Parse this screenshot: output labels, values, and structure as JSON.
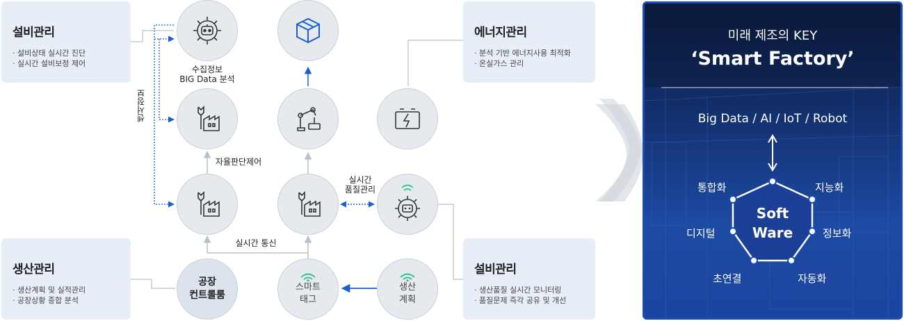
{
  "boxes": {
    "top_left": {
      "title": "설비관리",
      "lines": [
        "· 설비상태 실시간 진단",
        "· 실시간 설비보정 제어"
      ]
    },
    "top_right": {
      "title": "에너지관리",
      "lines": [
        "· 분석 기반 에너지사용 최적화",
        "· 온실가스 관리"
      ]
    },
    "bottom_left": {
      "title": "생산관리",
      "lines": [
        "· 생산계획 및 실적관리",
        "· 공장상황 종합 분석"
      ]
    },
    "bottom_right": {
      "title": "설비관리",
      "lines": [
        "· 생산품질 실시간 모니터링",
        "· 품질문제 즉각 공유 및 개선"
      ]
    }
  },
  "labels": {
    "collect": "수집정보",
    "big_data": "BIG Data 분석",
    "autonomous": "자율판단제어",
    "sensor": "센서정보",
    "realtime_quality_1": "실시간",
    "realtime_quality_2": "품질관리",
    "realtime_comm": "실시간 통신"
  },
  "circles": {
    "factory_control": [
      "공장",
      "컨트롤룸"
    ],
    "smart_tag": [
      "스마트",
      "태그"
    ],
    "production_plan": [
      "생산",
      "계획"
    ]
  },
  "panel": {
    "title_line1": "미래 제조의 KEY",
    "title_line2": "‘Smart Factory’",
    "tech": "Big Data / AI / IoT / Robot",
    "center_1": "Soft",
    "center_2": "Ware",
    "nodes": {
      "integration": "통합화",
      "intelligence": "지능화",
      "digital": "디지털",
      "information": "정보화",
      "hyperconnect": "초연결",
      "automation": "자동화"
    }
  },
  "icons": [
    "gear-robot-icon",
    "package-icon",
    "factory-wrench-icon",
    "robot-arm-icon",
    "battery-icon",
    "wifi-icon"
  ],
  "colors": {
    "accent": "#1a5fd0",
    "box_bg": "#e8eef7",
    "circle_bg": "#e6e9ee",
    "panel_border": "#1a4bb3",
    "wifi": "#2bbf8a"
  }
}
